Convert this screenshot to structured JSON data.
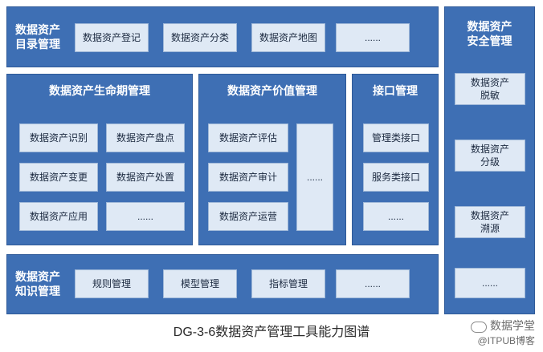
{
  "catalog": {
    "title_line1": "数据资产",
    "title_line2": "目录管理",
    "items": [
      "数据资产登记",
      "数据资产分类",
      "数据资产地图",
      "......"
    ]
  },
  "lifecycle": {
    "title": "数据资产生命期管理",
    "items": [
      "数据资产识别",
      "数据资产盘点",
      "数据资产变更",
      "数据资产处置",
      "数据资产应用",
      "......"
    ]
  },
  "value": {
    "title": "数据资产价值管理",
    "items": [
      "数据资产评估",
      "数据资产审计",
      "数据资产运营",
      "......"
    ]
  },
  "interface": {
    "title": "接口管理",
    "items": [
      "管理类接口",
      "服务类接口",
      "......"
    ]
  },
  "security": {
    "title_line1": "数据资产",
    "title_line2": "安全管理",
    "items": [
      {
        "line1": "数据资产",
        "line2": "脱敏"
      },
      {
        "line1": "数据资产",
        "line2": "分级"
      },
      {
        "line1": "数据资产",
        "line2": "溯源"
      },
      {
        "line1": "......",
        "line2": ""
      }
    ]
  },
  "knowledge": {
    "title_line1": "数据资产",
    "title_line2": "知识管理",
    "items": [
      "规则管理",
      "模型管理",
      "指标管理",
      "......"
    ]
  },
  "caption": "DG-3-6数据资产管理工具能力图谱",
  "watermark": {
    "line1": "数据学堂",
    "line2": "@ITPUB博客"
  },
  "colors": {
    "panel": "#3e6fb4",
    "box": "#dfe9f5",
    "panel_border": "#2f5a98"
  }
}
